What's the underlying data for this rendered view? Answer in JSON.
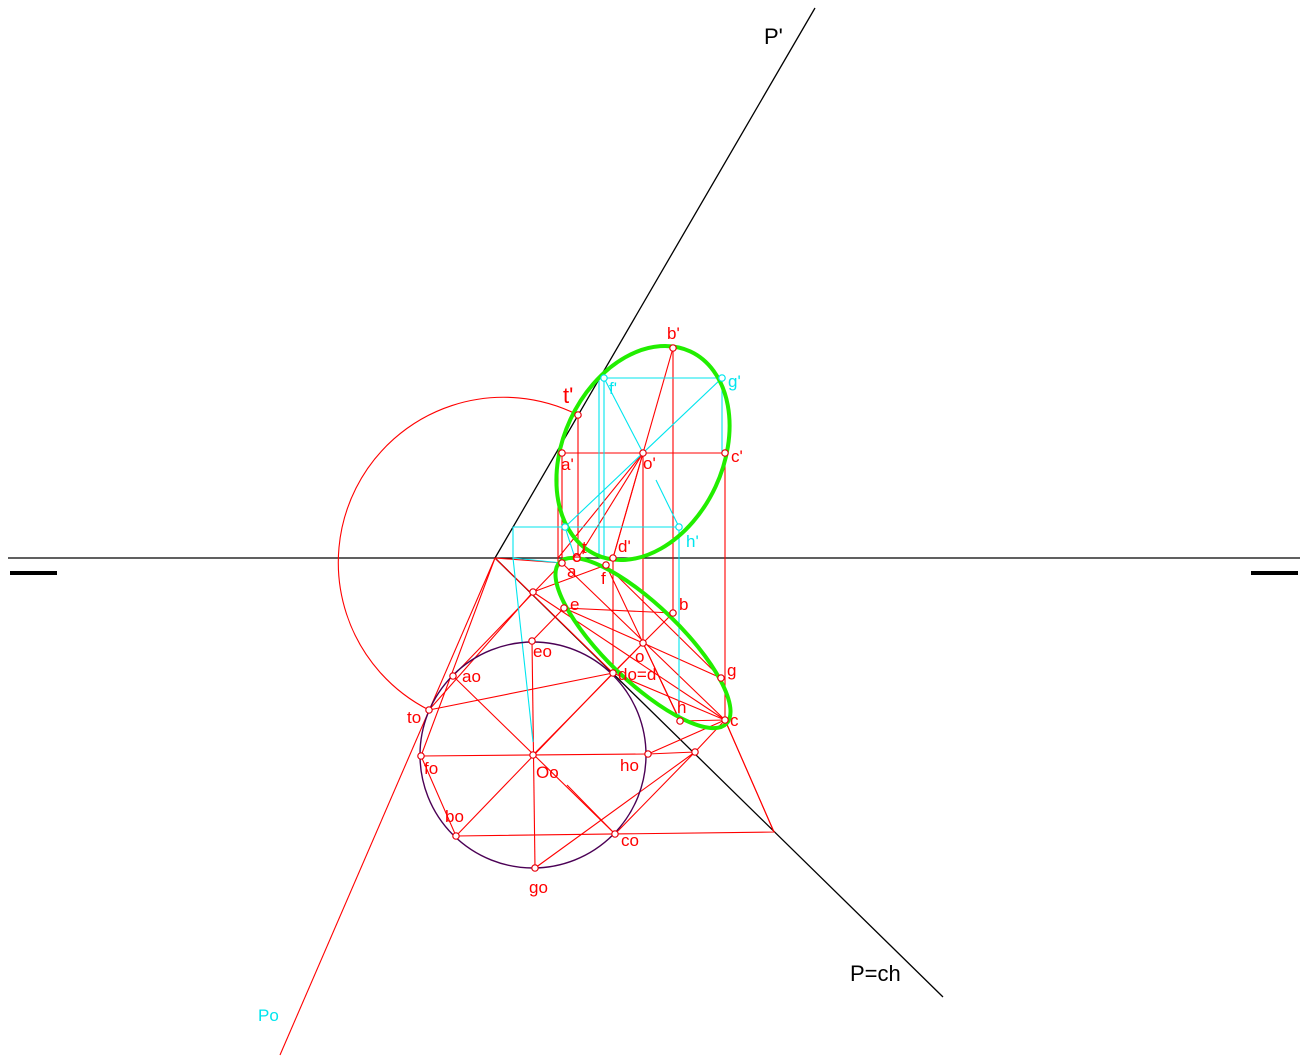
{
  "colors": {
    "construction": "#ff0000",
    "helper": "#00e5ee",
    "ellipse": "#22ee00",
    "base_circle": "#4b0055",
    "axis": "#000000"
  },
  "labels": {
    "P_prime": "P'",
    "P_ch": "P=ch",
    "Po": "Po",
    "t_prime": "t'",
    "b_prime": "b'",
    "g_prime": "g'",
    "f_prime": "f'",
    "a_prime": "a'",
    "o_prime": "o'",
    "c_prime": "c'",
    "h_prime": "h'",
    "e_prime": "e'",
    "t": "t",
    "d_prime": "d'",
    "a": "a",
    "f": "f",
    "e": "e",
    "b": "b",
    "o": "o",
    "g": "g",
    "h": "h",
    "c": "c",
    "eo": "eo",
    "ao": "ao",
    "do_d": "do=d",
    "to": "to",
    "fo": "fo",
    "Oo": "Oo",
    "ho": "ho",
    "bo": "bo",
    "co": "co",
    "go": "go"
  }
}
